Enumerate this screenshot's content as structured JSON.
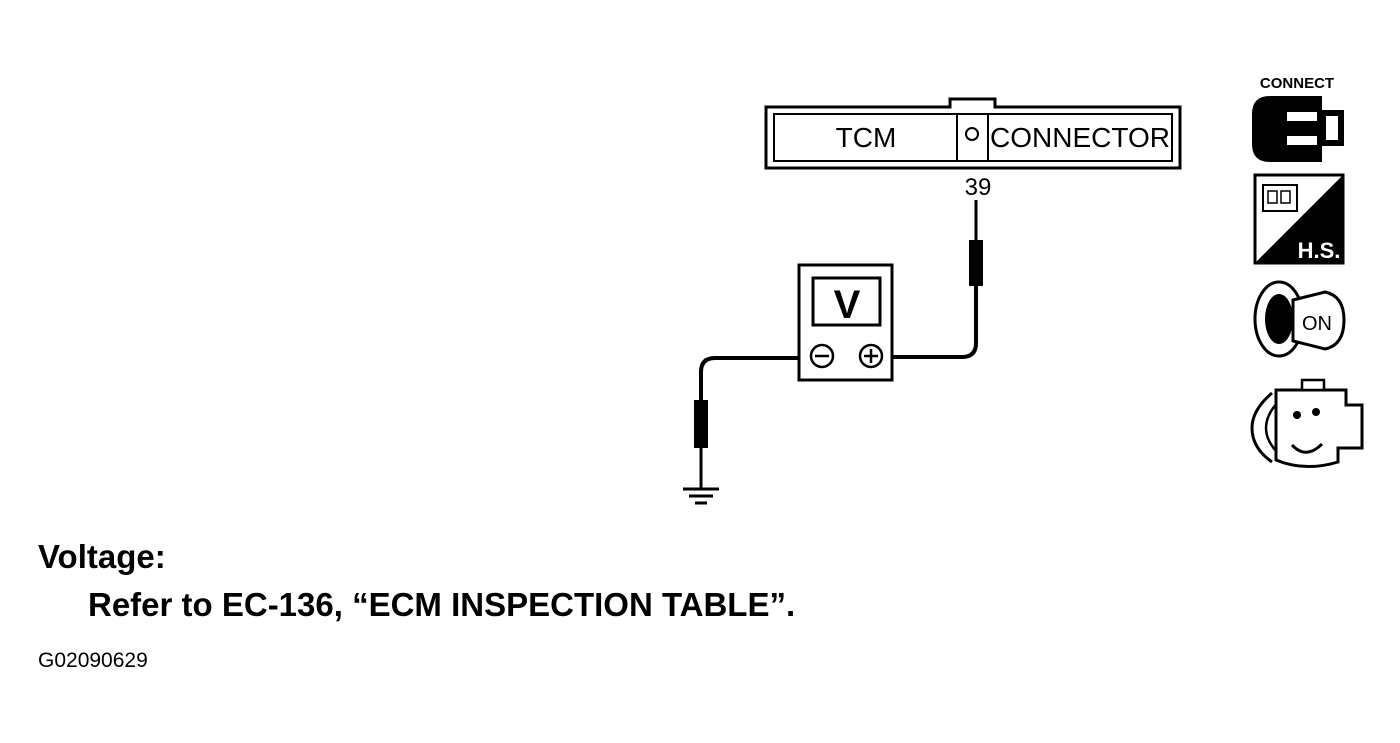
{
  "connector": {
    "left_label": "TCM",
    "right_label": "CONNECTOR",
    "terminal": "39"
  },
  "meter": {
    "display": "V"
  },
  "icons": {
    "connect_label": "CONNECT",
    "harness_label": "H.S.",
    "ignition_label": "ON"
  },
  "notes": {
    "heading": "Voltage:",
    "body": "Refer to EC-136, “ECM INSPECTION TABLE”.",
    "figure_id": "G02090629"
  }
}
